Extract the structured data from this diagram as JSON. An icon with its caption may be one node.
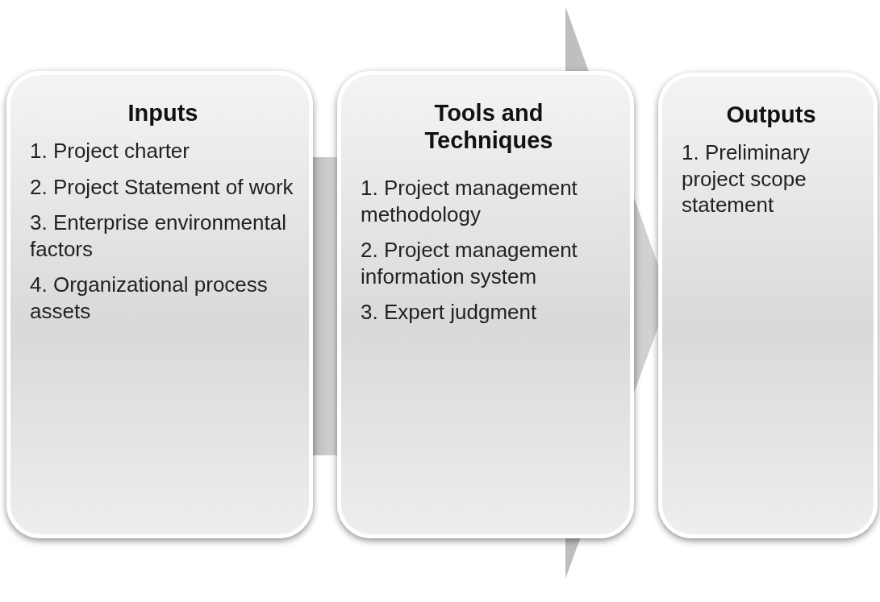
{
  "diagram": {
    "nodes": [
      {
        "text": [
          "Inputs",
          "1. Project charter",
          "2. Project Statement of work",
          "3. Enterprise environmental factors",
          "4. Organizational process assets"
        ]
      },
      {
        "text": [
          "Tools and Techniques",
          "1. Project management methodology",
          "2. Project management information system",
          "3. Expert judgment"
        ]
      },
      {
        "text": [
          "Outputs",
          "1. Preliminary project scope statement"
        ]
      }
    ],
    "edges": [
      {
        "from": 0,
        "to": 1,
        "arrow": "none"
      },
      {
        "from": 1,
        "to": 2,
        "arrow": "to"
      }
    ]
  }
}
